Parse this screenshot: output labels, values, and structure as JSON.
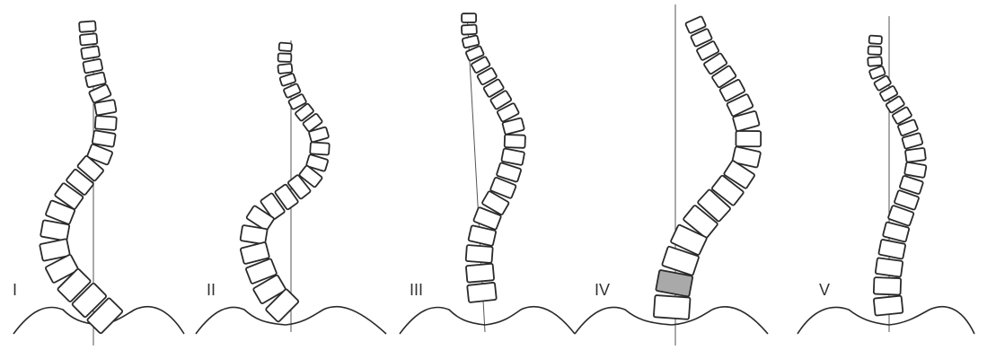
{
  "figure": {
    "panels": [
      {
        "label": "I",
        "shaded_vertebra": false
      },
      {
        "label": "II",
        "shaded_vertebra": false
      },
      {
        "label": "III",
        "shaded_vertebra": false
      },
      {
        "label": "IV",
        "shaded_vertebra": true
      },
      {
        "label": "V",
        "shaded_vertebra": false
      }
    ],
    "colors": {
      "outline": "#2a2a2a",
      "shade": "#a9a9a9",
      "background": "#ffffff"
    }
  }
}
